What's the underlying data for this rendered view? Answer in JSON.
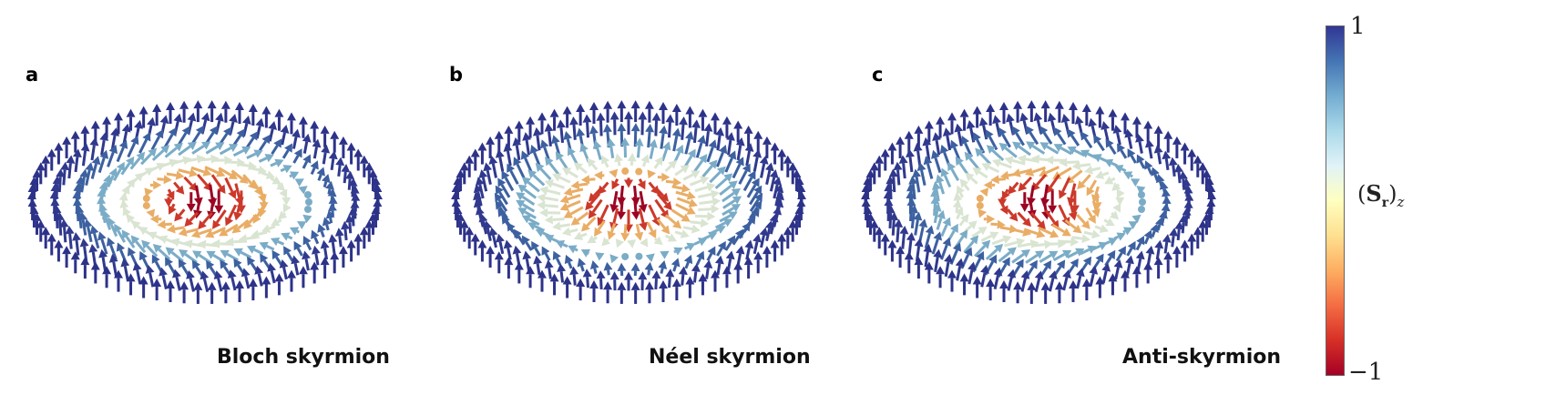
{
  "panels": [
    {
      "label": "a",
      "title": "Bloch skyrmion",
      "type": "bloch"
    },
    {
      "label": "b",
      "title": "Néel skyrmion",
      "type": "neel"
    },
    {
      "label": "c",
      "title": "Anti-skyrmion",
      "type": "anti"
    }
  ],
  "colorbar": {
    "max_label": "1",
    "min_label": "−1",
    "quantity_open": "(",
    "quantity_symbol": "S",
    "quantity_sub": "r",
    "quantity_close": ")",
    "quantity_subscript": "z",
    "colormap": [
      "#313695",
      "#4575b4",
      "#74add1",
      "#abd9e9",
      "#e0f3f8",
      "#ffffbf",
      "#fee090",
      "#fdae61",
      "#f46d43",
      "#d73027",
      "#a50026"
    ]
  }
}
